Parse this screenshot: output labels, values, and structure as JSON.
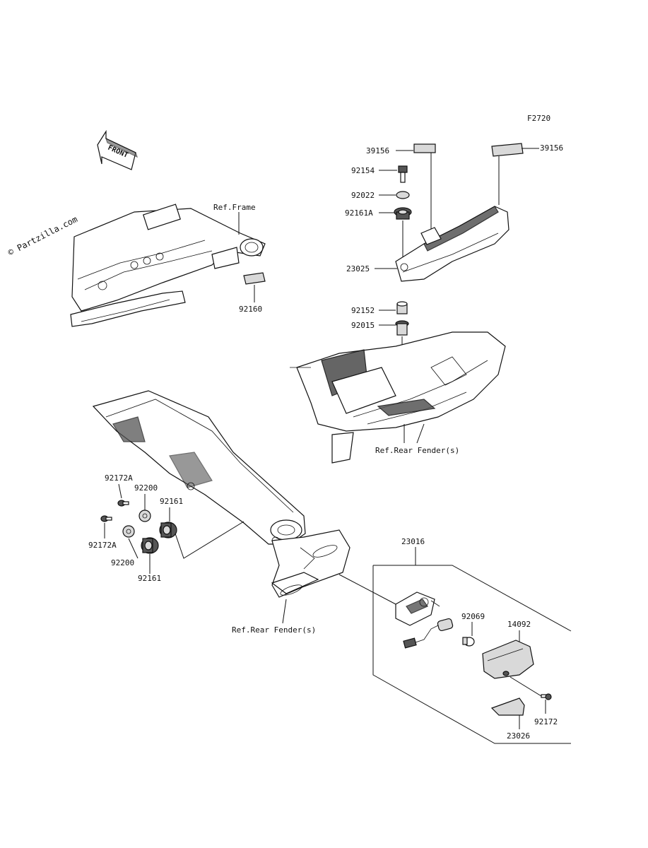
{
  "diagram_code": "F2720",
  "watermark": "© Partzilla.com",
  "front_badge": "FRONT",
  "footer_line1": "",
  "footer_line2": "",
  "refs": {
    "frame": "Ref.Frame",
    "rear_fender_upper": "Ref.Rear Fender(s)",
    "rear_fender_lower": "Ref.Rear Fender(s)"
  },
  "parts": {
    "p39156_left": "39156",
    "p39156_right": "39156",
    "p92154": "92154",
    "p92022": "92022",
    "p92161A": "92161A",
    "p23025": "23025",
    "p92152": "92152",
    "p92015": "92015",
    "p92160": "92160",
    "p92172A_top": "92172A",
    "p92200_top": "92200",
    "p92161_top": "92161",
    "p92172A_bottom": "92172A",
    "p92200_bottom": "92200",
    "p92161_bottom": "92161",
    "p23016": "23016",
    "p92069": "92069",
    "p14092": "14092",
    "p92172": "92172",
    "p23026": "23026"
  }
}
